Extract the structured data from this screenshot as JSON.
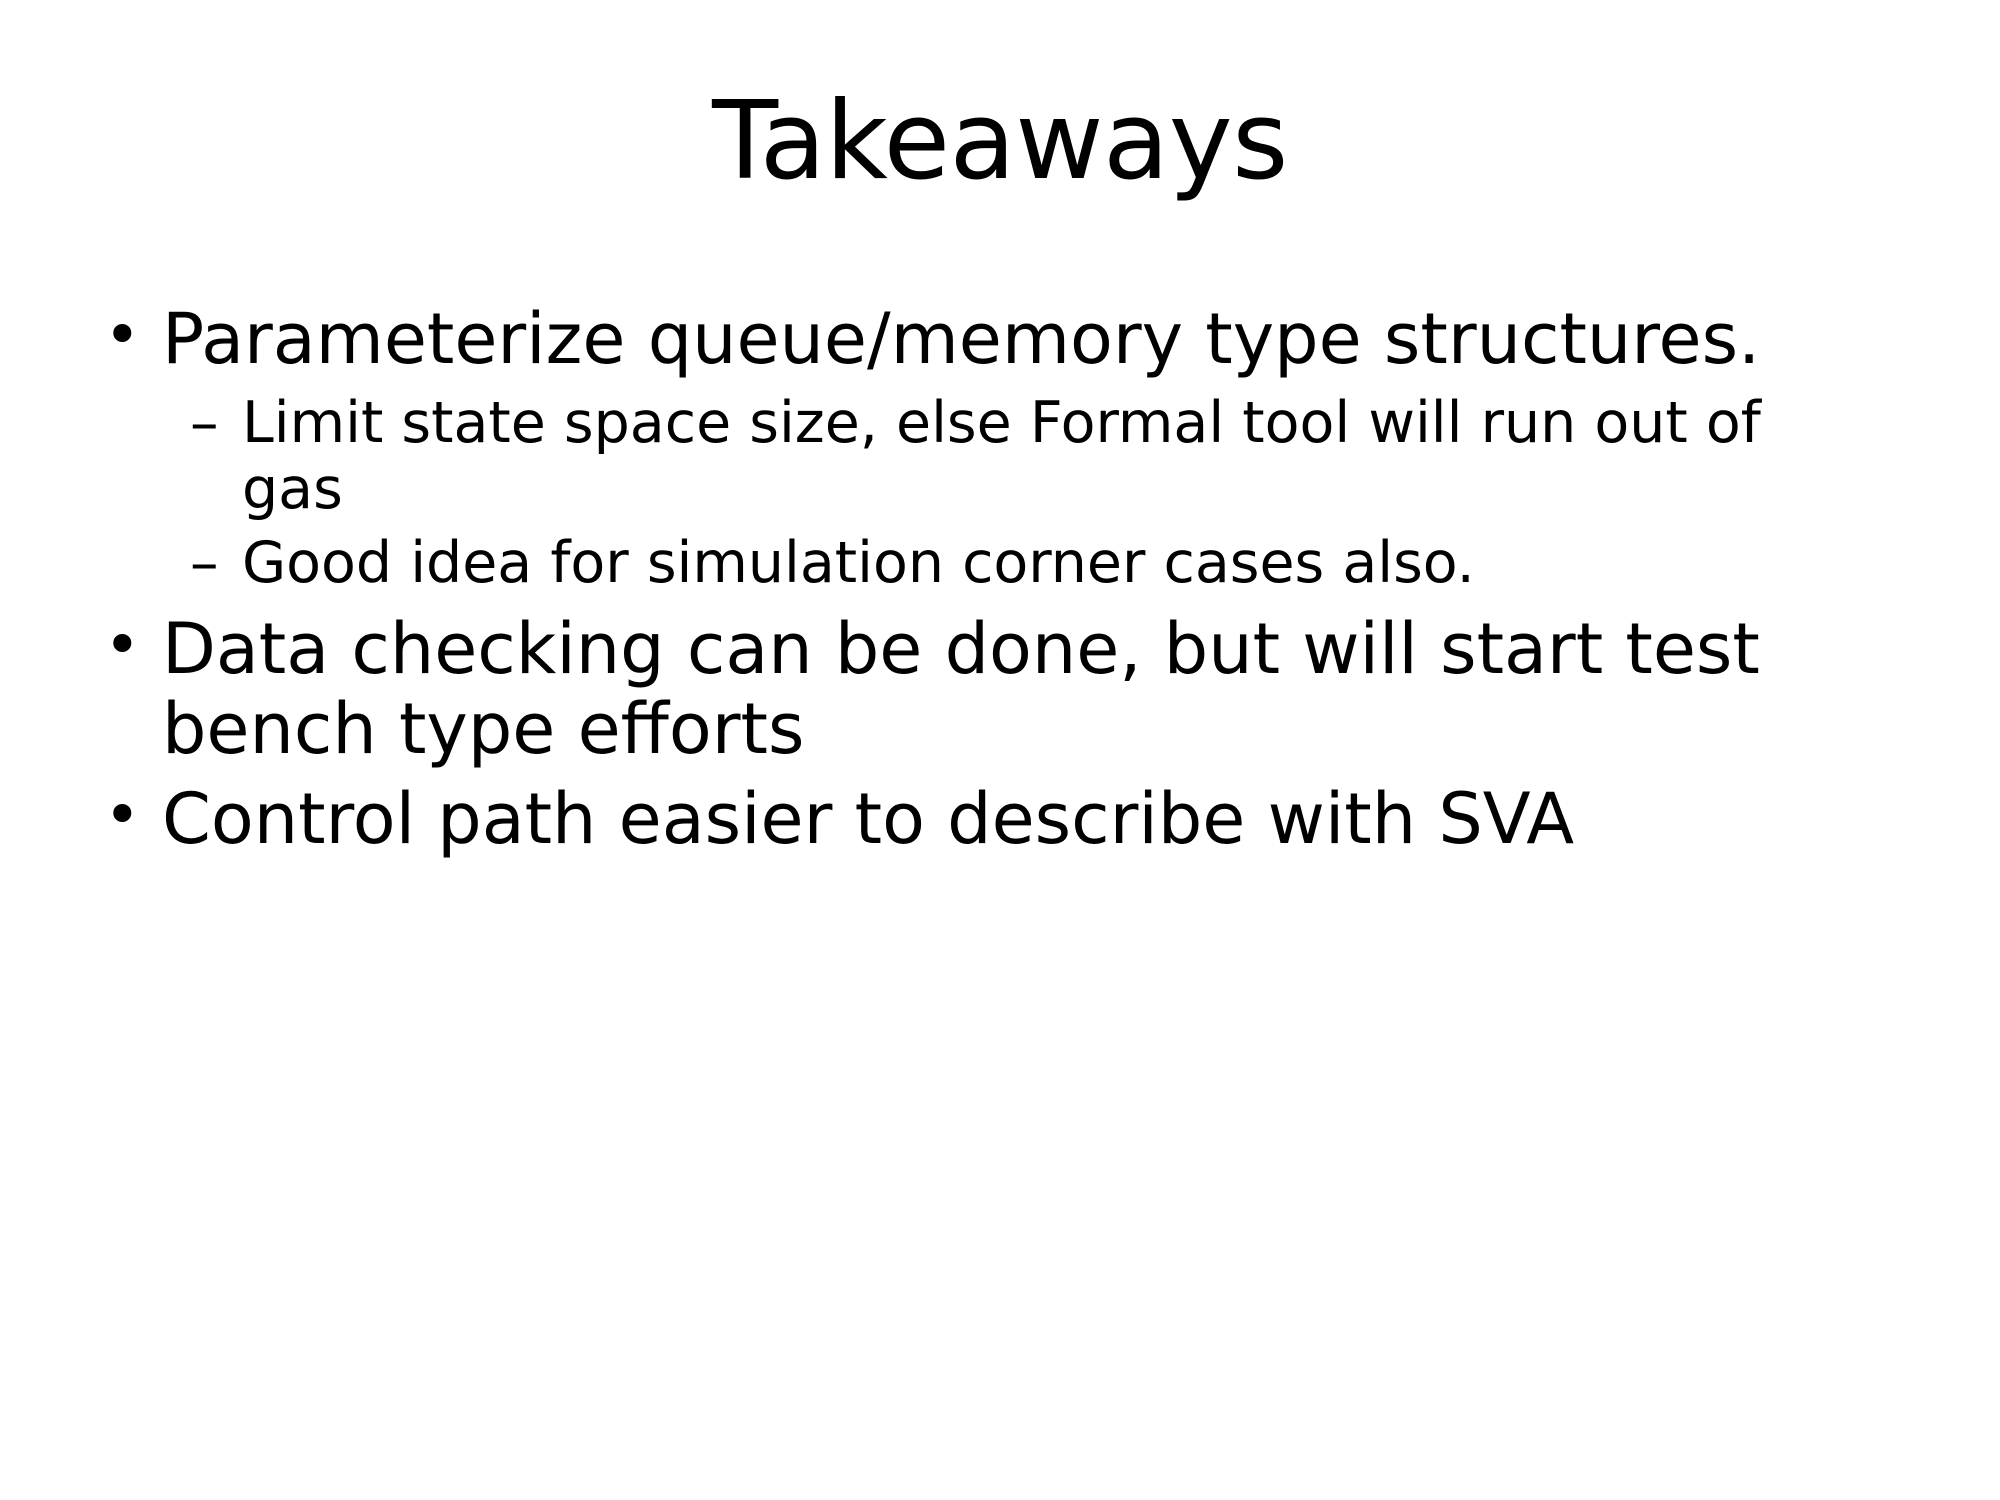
{
  "slide": {
    "title": "Takeaways",
    "background_color": "#ffffff",
    "text_color": "#000000",
    "bullet_marker_level1": "•",
    "bullet_marker_level2": "–",
    "bullets": [
      {
        "level": 1,
        "text": "Parameterize queue/memory type structures."
      },
      {
        "level": 2,
        "text": "Limit state space size, else Formal tool will run out of gas"
      },
      {
        "level": 2,
        "text": "Good idea for simulation corner cases also."
      },
      {
        "level": 1,
        "text": "Data checking can be done, but will start test bench type efforts"
      },
      {
        "level": 1,
        "text": "Control path easier to describe with SVA"
      }
    ]
  }
}
